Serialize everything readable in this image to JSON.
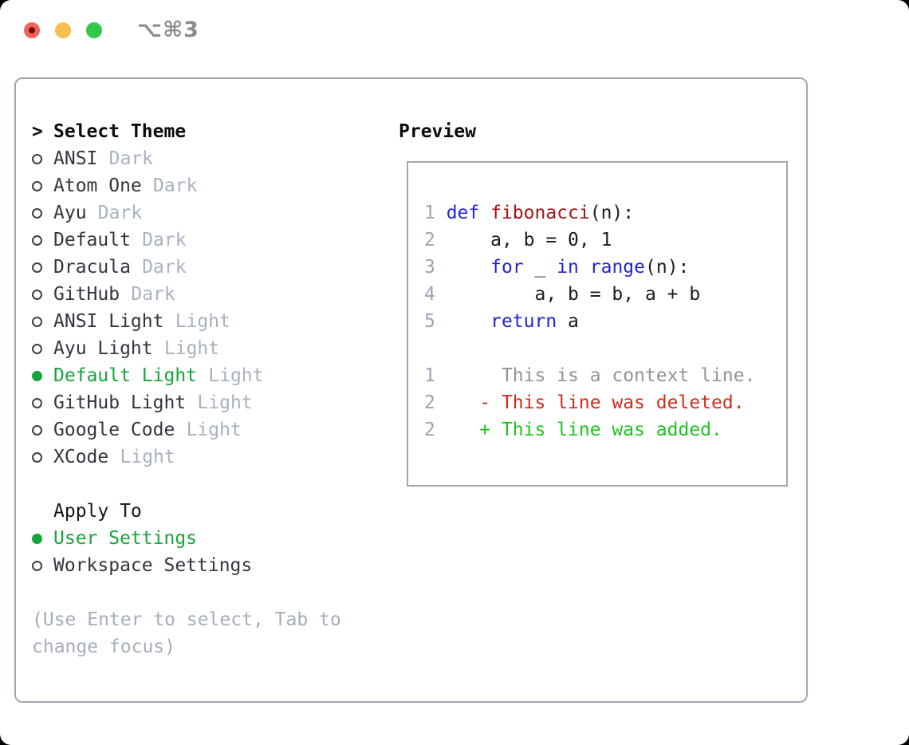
{
  "window": {
    "title": "⌥⌘3",
    "controls": [
      "close",
      "minimize",
      "zoom"
    ]
  },
  "colors": {
    "border": "#a0a8b3",
    "item": "#31363e",
    "variant": "#a9b1bf",
    "accent": "#16a53c",
    "help": "#a5adbb",
    "ln": "#9aa3b2",
    "kw": "#2424d1",
    "fn": "#a31515",
    "pl": "#1b1b1b",
    "ctx": "#8f949d",
    "del": "#cf2d1c",
    "add": "#1ec41e",
    "titlegray": "#8c8c8e",
    "light-red": "#f0635a",
    "light-red-dot": "#7c0b02",
    "light-yellow": "#f6bd4f",
    "light-green": "#35c749"
  },
  "theme_picker": {
    "header_marker": ">",
    "header": "Select Theme",
    "items": [
      {
        "name": "ANSI",
        "variant": "Dark",
        "selected": false
      },
      {
        "name": "Atom One",
        "variant": "Dark",
        "selected": false
      },
      {
        "name": "Ayu",
        "variant": "Dark",
        "selected": false
      },
      {
        "name": "Default",
        "variant": "Dark",
        "selected": false
      },
      {
        "name": "Dracula",
        "variant": "Dark",
        "selected": false
      },
      {
        "name": "GitHub",
        "variant": "Dark",
        "selected": false
      },
      {
        "name": "ANSI Light",
        "variant": "Light",
        "selected": false
      },
      {
        "name": "Ayu Light",
        "variant": "Light",
        "selected": false
      },
      {
        "name": "Default Light",
        "variant": "Light",
        "selected": true
      },
      {
        "name": "GitHub Light",
        "variant": "Light",
        "selected": false
      },
      {
        "name": "Google Code",
        "variant": "Light",
        "selected": false
      },
      {
        "name": "XCode",
        "variant": "Light",
        "selected": false
      }
    ]
  },
  "apply_to": {
    "header": "Apply To",
    "options": [
      {
        "label": "User Settings",
        "selected": true
      },
      {
        "label": "Workspace Settings",
        "selected": false
      }
    ]
  },
  "help": "(Use Enter to select, Tab to change focus)",
  "preview": {
    "label": "Preview",
    "lines": [
      {
        "tokens": [
          {
            "c": "ln",
            "t": "1 "
          },
          {
            "c": "kw",
            "t": "def"
          },
          {
            "c": "pl",
            "t": " "
          },
          {
            "c": "fn",
            "t": "fibonacci"
          },
          {
            "c": "pl",
            "t": "(n):"
          }
        ]
      },
      {
        "tokens": [
          {
            "c": "ln",
            "t": "2 "
          },
          {
            "c": "pl",
            "t": "    a, b = 0, 1"
          }
        ]
      },
      {
        "tokens": [
          {
            "c": "ln",
            "t": "3 "
          },
          {
            "c": "pl",
            "t": "    "
          },
          {
            "c": "kw",
            "t": "for"
          },
          {
            "c": "pl",
            "t": " _ "
          },
          {
            "c": "kw",
            "t": "in"
          },
          {
            "c": "pl",
            "t": " "
          },
          {
            "c": "kw",
            "t": "range"
          },
          {
            "c": "pl",
            "t": "(n):"
          }
        ]
      },
      {
        "tokens": [
          {
            "c": "ln",
            "t": "4 "
          },
          {
            "c": "pl",
            "t": "        a, b = b, a + b"
          }
        ]
      },
      {
        "tokens": [
          {
            "c": "ln",
            "t": "5 "
          },
          {
            "c": "pl",
            "t": "    "
          },
          {
            "c": "kw",
            "t": "return"
          },
          {
            "c": "pl",
            "t": " a"
          }
        ]
      },
      {
        "tokens": []
      },
      {
        "tokens": [
          {
            "c": "ln",
            "t": "1 "
          },
          {
            "c": "ctx",
            "t": "     This is a context line."
          }
        ]
      },
      {
        "tokens": [
          {
            "c": "ln",
            "t": "2 "
          },
          {
            "c": "del",
            "t": "   - This line was deleted."
          }
        ]
      },
      {
        "tokens": [
          {
            "c": "ln",
            "t": "2 "
          },
          {
            "c": "add",
            "t": "   + This line was added."
          }
        ]
      }
    ]
  }
}
